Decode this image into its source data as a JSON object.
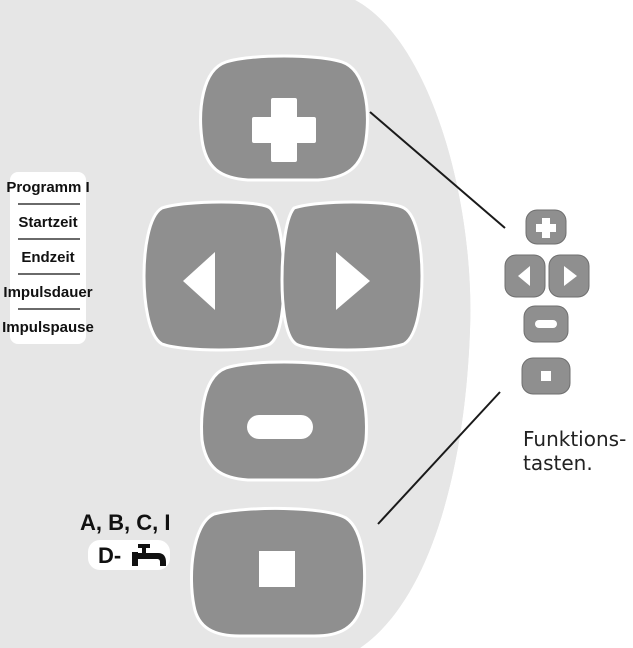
{
  "panel": {
    "function_labels": [
      "Programm I",
      "Startzeit",
      "Endzeit",
      "Impulsdauer",
      "Impulspause"
    ],
    "stop_label_line1": "A, B, C, I",
    "stop_label_line2": "D-"
  },
  "legend": {
    "caption_line1": "Funktions-",
    "caption_line2": "tasten."
  },
  "colors": {
    "panel": "#e6e6e6",
    "button": "#8f8f8f",
    "button_edge": "#6f6f6f",
    "symbol": "#ffffff",
    "line": "#1a1a1a"
  },
  "icons": {
    "plus": "plus-icon",
    "left": "triangle-left-icon",
    "right": "triangle-right-icon",
    "minus": "minus-icon",
    "stop": "square-stop-icon",
    "faucet": "faucet-icon"
  }
}
